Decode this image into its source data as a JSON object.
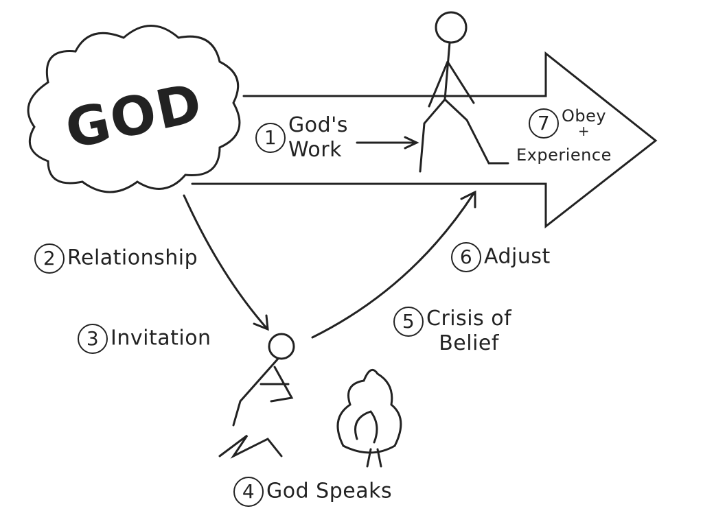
{
  "god": "GOD",
  "steps": [
    {
      "n": "1",
      "label": "God's",
      "label2": "Work"
    },
    {
      "n": "2",
      "label": "Relationship"
    },
    {
      "n": "3",
      "label": "Invitation"
    },
    {
      "n": "4",
      "label": "God Speaks"
    },
    {
      "n": "5",
      "label": "Crisis of",
      "label2": "Belief"
    },
    {
      "n": "6",
      "label": "Adjust"
    },
    {
      "n": "7",
      "label": "Obey",
      "plus": "+",
      "label2": "Experience"
    }
  ]
}
